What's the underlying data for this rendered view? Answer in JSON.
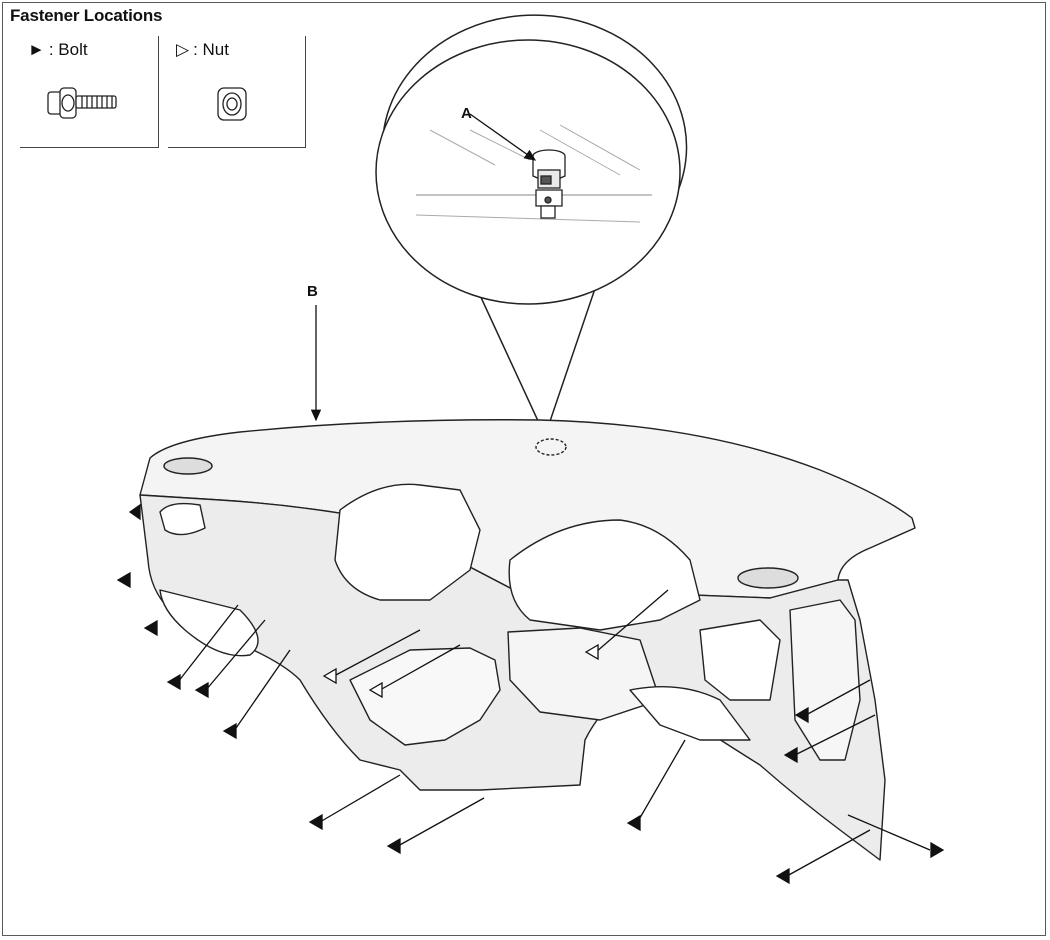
{
  "title": "Fastener Locations",
  "legend": {
    "bolt": {
      "symbol": "►",
      "label": ": Bolt",
      "icon": "bolt-icon"
    },
    "nut": {
      "symbol": "▷",
      "label": ": Nut",
      "icon": "nut-icon"
    }
  },
  "callouts": {
    "a": "A",
    "b": "B"
  },
  "colors": {
    "line": "#222222",
    "panel_fill": "#f2f2f2",
    "shade": "#d9d9d9"
  }
}
